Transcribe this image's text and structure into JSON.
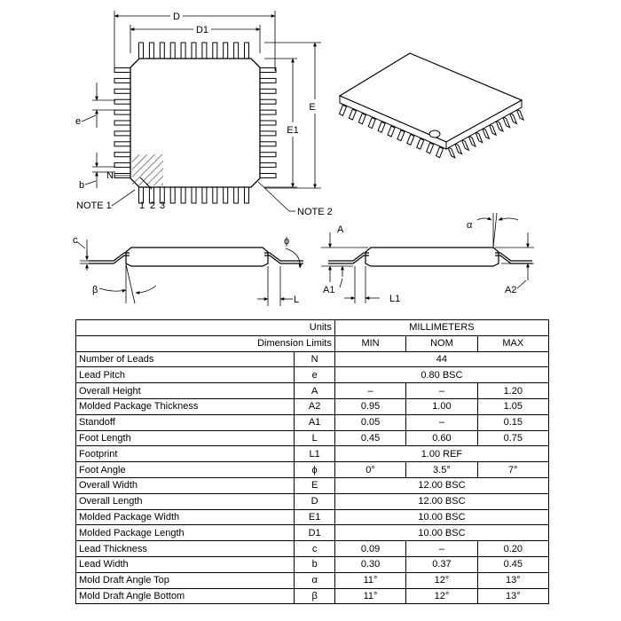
{
  "top_view": {
    "label_d": "D",
    "label_d1": "D1",
    "label_e_overall": "E",
    "label_e1": "E1",
    "label_e_pitch": "e",
    "label_b": "b",
    "label_n": "N",
    "note1": "NOTE 1",
    "note2": "NOTE 2",
    "pin_numbers": [
      "1",
      "2",
      "3"
    ]
  },
  "side_view": {
    "label_c": "c",
    "label_beta": "β",
    "label_phi": "ϕ",
    "label_l": "L",
    "label_alpha": "α",
    "label_a": "A",
    "label_a1": "A1",
    "label_a2": "A2",
    "label_l1": "L1"
  },
  "table": {
    "units_label": "Units",
    "units_value": "MILLIMETERS",
    "limits_label": "Dimension Limits",
    "col_min": "MIN",
    "col_nom": "NOM",
    "col_max": "MAX",
    "rows": [
      {
        "name": "Number of Leads",
        "sym": "N",
        "merged": "44"
      },
      {
        "name": "Lead Pitch",
        "sym": "e",
        "merged": "0.80 BSC"
      },
      {
        "name": "Overall Height",
        "sym": "A",
        "min": "–",
        "nom": "–",
        "max": "1.20"
      },
      {
        "name": "Molded Package Thickness",
        "sym": "A2",
        "min": "0.95",
        "nom": "1.00",
        "max": "1.05"
      },
      {
        "name": "Standoff",
        "sym": "A1",
        "min": "0.05",
        "nom": "–",
        "max": "0.15"
      },
      {
        "name": "Foot Length",
        "sym": "L",
        "min": "0.45",
        "nom": "0.60",
        "max": "0.75"
      },
      {
        "name": "Footprint",
        "sym": "L1",
        "merged": "1.00 REF"
      },
      {
        "name": "Foot Angle",
        "sym": "ϕ",
        "min": "0°",
        "nom": "3.5°",
        "max": "7°"
      },
      {
        "name": "Overall Width",
        "sym": "E",
        "merged": "12.00 BSC"
      },
      {
        "name": "Overall Length",
        "sym": "D",
        "merged": "12.00 BSC"
      },
      {
        "name": "Molded Package Width",
        "sym": "E1",
        "merged": "10.00 BSC"
      },
      {
        "name": "Molded Package Length",
        "sym": "D1",
        "merged": "10.00 BSC"
      },
      {
        "name": "Lead Thickness",
        "sym": "c",
        "min": "0.09",
        "nom": "–",
        "max": "0.20"
      },
      {
        "name": "Lead Width",
        "sym": "b",
        "min": "0.30",
        "nom": "0.37",
        "max": "0.45"
      },
      {
        "name": "Mold Draft Angle Top",
        "sym": "α",
        "min": "11°",
        "nom": "12°",
        "max": "13°"
      },
      {
        "name": "Mold Draft Angle Bottom",
        "sym": "β",
        "min": "11°",
        "nom": "12°",
        "max": "13°"
      }
    ]
  }
}
